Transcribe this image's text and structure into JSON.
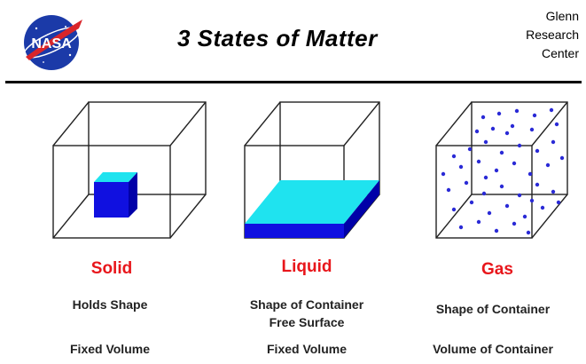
{
  "header": {
    "logo_text": "NASA",
    "title": "3 States of Matter",
    "center_lines": [
      "Glenn",
      "Research",
      "Center"
    ]
  },
  "states": [
    {
      "name": "Solid",
      "property1": "Holds Shape",
      "property1b": "",
      "property2": "Fixed Volume"
    },
    {
      "name": "Liquid",
      "property1": "Shape of Container",
      "property1b": "Free Surface",
      "property2": "Fixed Volume"
    },
    {
      "name": "Gas",
      "property1": "Shape of Container",
      "property1b": "",
      "property2": "Volume of Container"
    }
  ],
  "colors": {
    "accent_red": "#e8161b",
    "solid_blue": "#1010e0",
    "liquid_cyan": "#1fe3ef",
    "dot_blue": "#2a2ad6",
    "nasa_blue": "#1b3aa8"
  }
}
